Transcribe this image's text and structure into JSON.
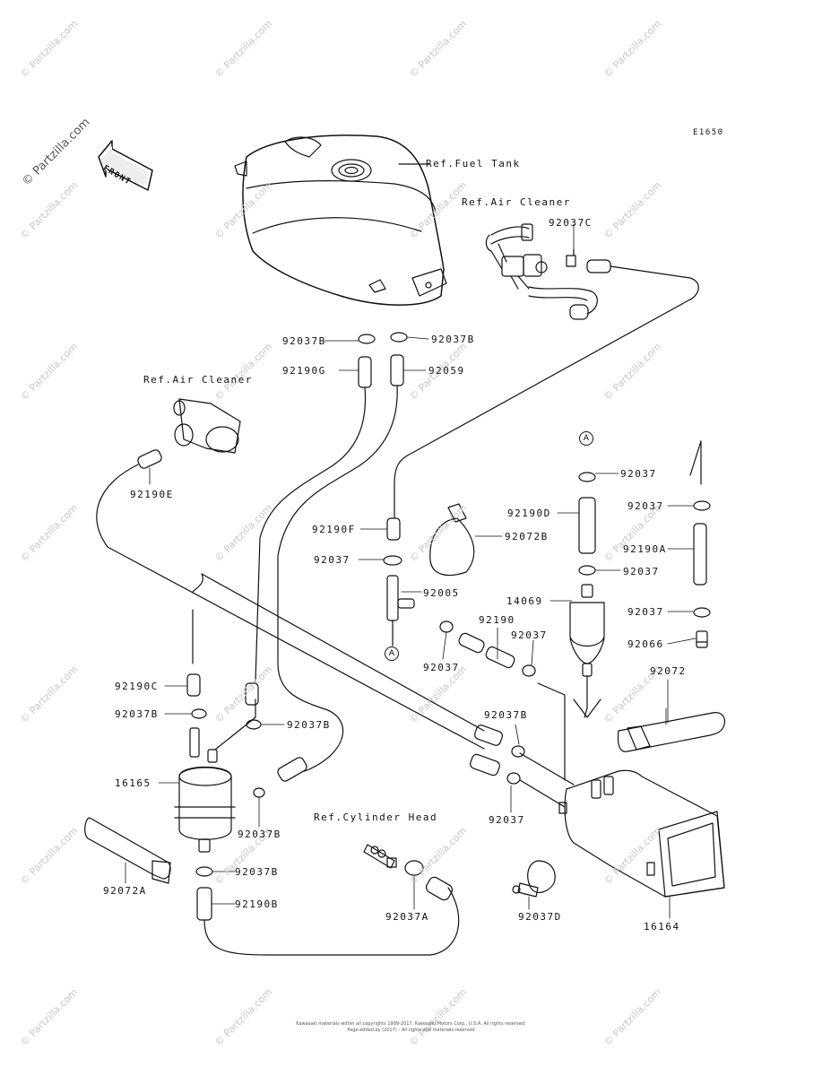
{
  "diagram": {
    "code": "E1650",
    "front_label": "FRONT",
    "brand_watermark": "© Partzilla.com",
    "tile_watermark": "© Partzilla.com",
    "footer_line1": "Kawasaki materials within all copyrights 1999-2017, Kawasaki Motors Corp., U.S.A. All rights reserved.",
    "footer_line2": "Page edited by (2017) - All rights and materials reserved",
    "refs": {
      "fuel_tank": "Ref.Fuel Tank",
      "air_cleaner_top": "Ref.Air Cleaner",
      "air_cleaner_left": "Ref.Air Cleaner",
      "cylinder_head": "Ref.Cylinder Head"
    },
    "circle_marker": "A",
    "parts": {
      "p92037C": "92037C",
      "p92037B_l": "92037B",
      "p92037B_r": "92037B",
      "p92190G": "92190G",
      "p92059": "92059",
      "p92190E": "92190E",
      "p92190F": "92190F",
      "p92072B": "92072B",
      "p92037_a": "92037",
      "p92005": "92005",
      "p92190": "92190",
      "p92037_b": "92037",
      "p92037_c": "92037",
      "p92190D": "92190D",
      "p92037_d": "92037",
      "p14069": "14069",
      "p92037_e": "92037",
      "p92037_f": "92037",
      "p92190A": "92190A",
      "p92037_g": "92037",
      "p92066": "92066",
      "p92072": "92072",
      "p92190C": "92190C",
      "p92037B_a": "92037B",
      "p92037B_b": "92037B",
      "p92037B_c": "92037B",
      "p16165": "16165",
      "p92037B_d": "92037B",
      "p92037B_e": "92037B",
      "p92037_h": "92037",
      "p92190B": "92190B",
      "p92072A": "92072A",
      "p92037A": "92037A",
      "p92037D": "92037D",
      "p16164": "16164"
    }
  }
}
